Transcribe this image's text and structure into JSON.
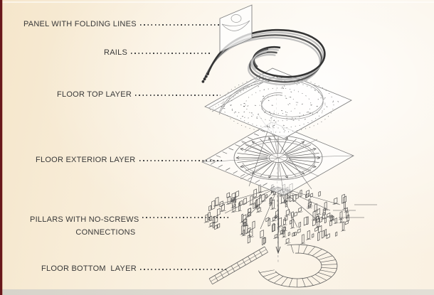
{
  "diagram": {
    "labels": [
      {
        "text": "PANEL WITH FOLDING LINES"
      },
      {
        "text": "RAILS"
      },
      {
        "text": "FLOOR TOP LAYER"
      },
      {
        "text": "FLOOR EXTERIOR LAYER"
      },
      {
        "text": "PILLARS WITH NO-SCREWS",
        "text2": "CONNECTIONS"
      },
      {
        "text": "FLOOR BOTTOM  LAYER"
      }
    ],
    "colors": {
      "label_ink": "#383838",
      "leader_dot": "#454545",
      "line_ink": "#555555",
      "rail_dark": "#343434",
      "rail_mid": "#5a5a5a",
      "rail_light": "#c0c0c0",
      "background_left": "#f5e6cb",
      "background_right": "#fdf9f2",
      "left_edge": "#69171b",
      "bottom_strip": "#d9d6cd"
    }
  }
}
